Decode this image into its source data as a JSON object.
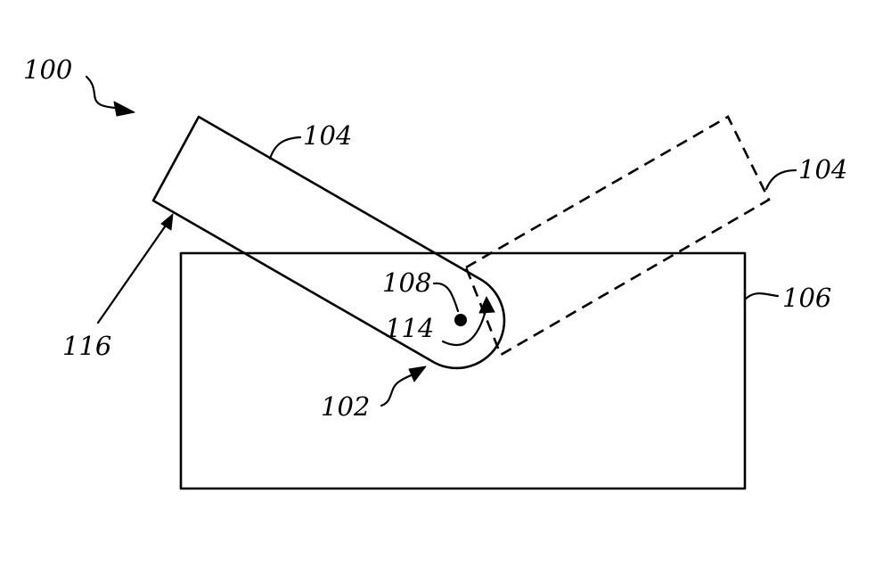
{
  "figure": {
    "labels": {
      "device": "100",
      "hinge": "102",
      "lid": "104",
      "lid_alt": "104",
      "base": "106",
      "pivot": "108",
      "rotation": "114",
      "edge": "116"
    },
    "line_color": "#000000",
    "background_color": "#ffffff"
  }
}
